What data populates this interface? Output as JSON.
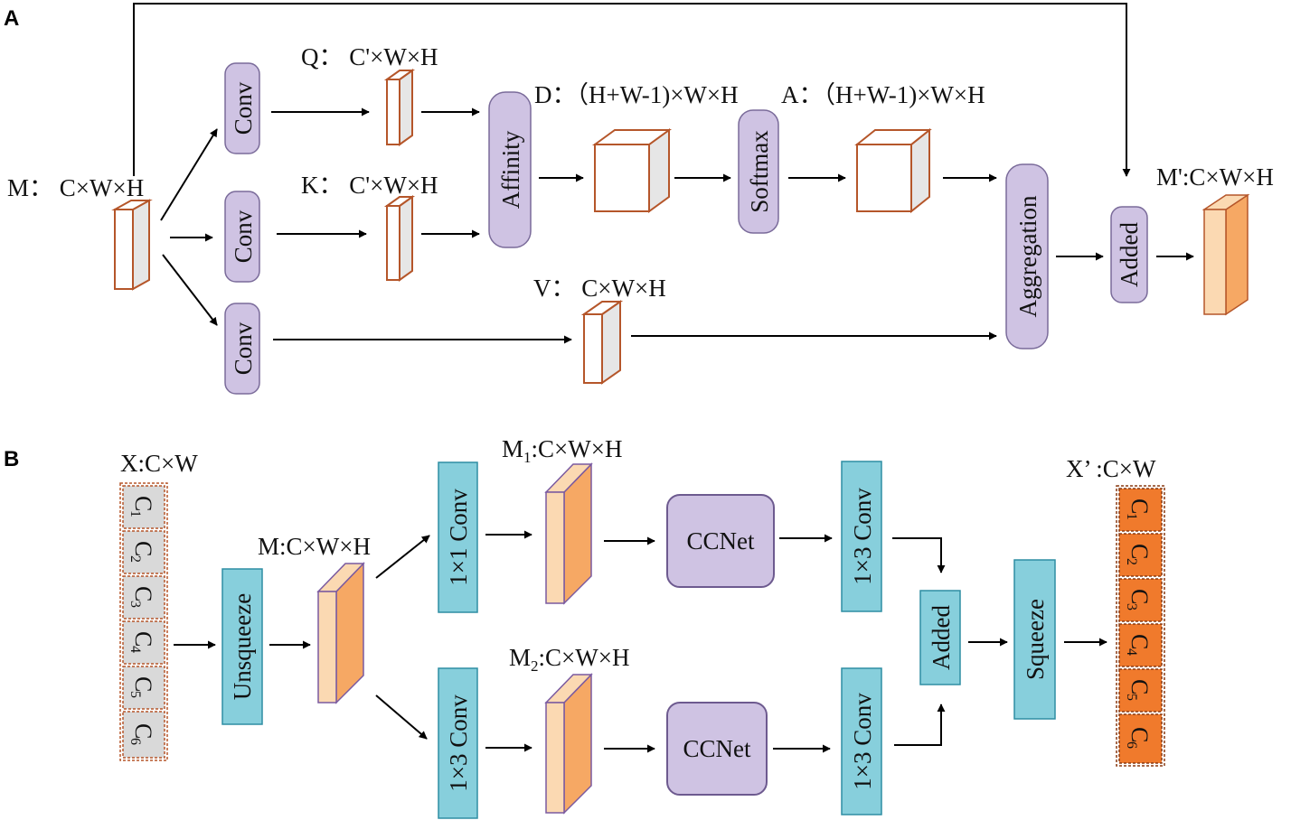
{
  "panel_a": {
    "letter": "A",
    "input_label": "M：  C×W×H",
    "q_label": "Q：  C'×W×H",
    "k_label": "K：  C'×W×H",
    "v_label": "V：  C×W×H",
    "d_label": "D：（H+W-1)×W×H",
    "a_label": "A：（H+W-1)×W×H",
    "output_label": "M':C×W×H",
    "conv_q": "Conv",
    "conv_k": "Conv",
    "conv_v": "Conv",
    "affinity": "Affinity",
    "softmax": "Softmax",
    "aggregation": "Aggregation",
    "added": "Added"
  },
  "panel_b": {
    "letter": "B",
    "input_label": "X:C×W",
    "m_label": "M:C×W×H",
    "m1_label_main": "M",
    "m1_label_sub": "1",
    "m1_label_rest": ":C×W×H",
    "m2_label_main": "M",
    "m2_label_sub": "2",
    "m2_label_rest": ":C×W×H",
    "output_label": "X’   :C×W",
    "unsqueeze": "Unsqueeze",
    "conv_11": "1×1 Conv",
    "conv_13_top": "1×3 Conv",
    "conv_13_bottom_left": "1×3 Conv",
    "conv_13_bottom_right": "1×3 Conv",
    "ccnet_top": "CCNet",
    "ccnet_bottom": "CCNet",
    "added": "Added",
    "squeeze": "Squeeze",
    "input_cells": [
      {
        "main": "C",
        "sub": "1"
      },
      {
        "main": "C",
        "sub": "2"
      },
      {
        "main": "C",
        "sub": "3"
      },
      {
        "main": "C",
        "sub": "4"
      },
      {
        "main": "C",
        "sub": "5"
      },
      {
        "main": "C",
        "sub": "6"
      }
    ],
    "output_cells": [
      {
        "main": "C",
        "sub": "1"
      },
      {
        "main": "C",
        "sub": "2"
      },
      {
        "main": "C",
        "sub": "3"
      },
      {
        "main": "C",
        "sub": "4"
      },
      {
        "main": "C",
        "sub": "5"
      },
      {
        "main": "C",
        "sub": "6"
      }
    ]
  },
  "colors": {
    "lavender_fill": "#cfc3e3",
    "lavender_stroke": "#7a6b9a",
    "cyan_fill": "#87cfdc",
    "cyan_stroke": "#2f8ea3",
    "tensor_outline": "#b5562a",
    "tensor_side": "#e6e6e6",
    "orange_front": "#f6a864",
    "orange_side": "#fbd9b2",
    "cell_grey": "#d9d9d9",
    "cell_orange": "#f07a2c"
  }
}
